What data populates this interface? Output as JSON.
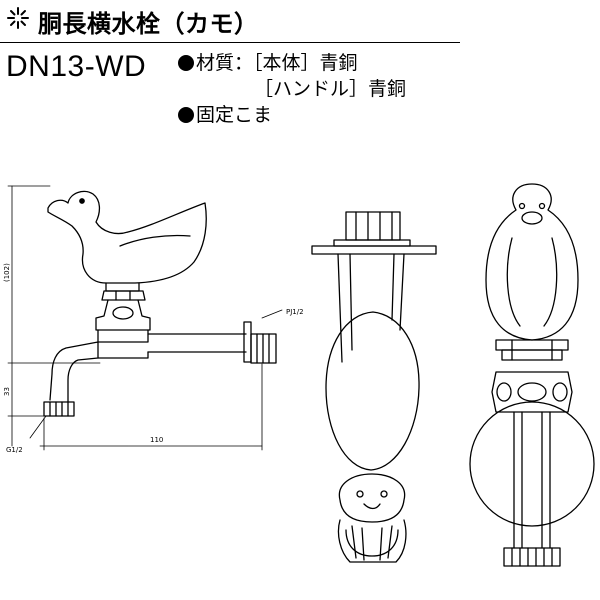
{
  "header": {
    "icon": "sparkle-asterisk-icon",
    "title": "胴長横水栓（カモ）"
  },
  "model": "DN13-WD",
  "specs": {
    "material_label": "材質：",
    "body_material": "［本体］青銅",
    "handle_material": "［ハンドル］青銅",
    "fixed_piece": "固定こま"
  },
  "dimensions": {
    "height_handle": "(102)",
    "height_spout": "33",
    "length": "110",
    "thread_inlet": "PJ1/2",
    "thread_outlet": "G1/2"
  }
}
